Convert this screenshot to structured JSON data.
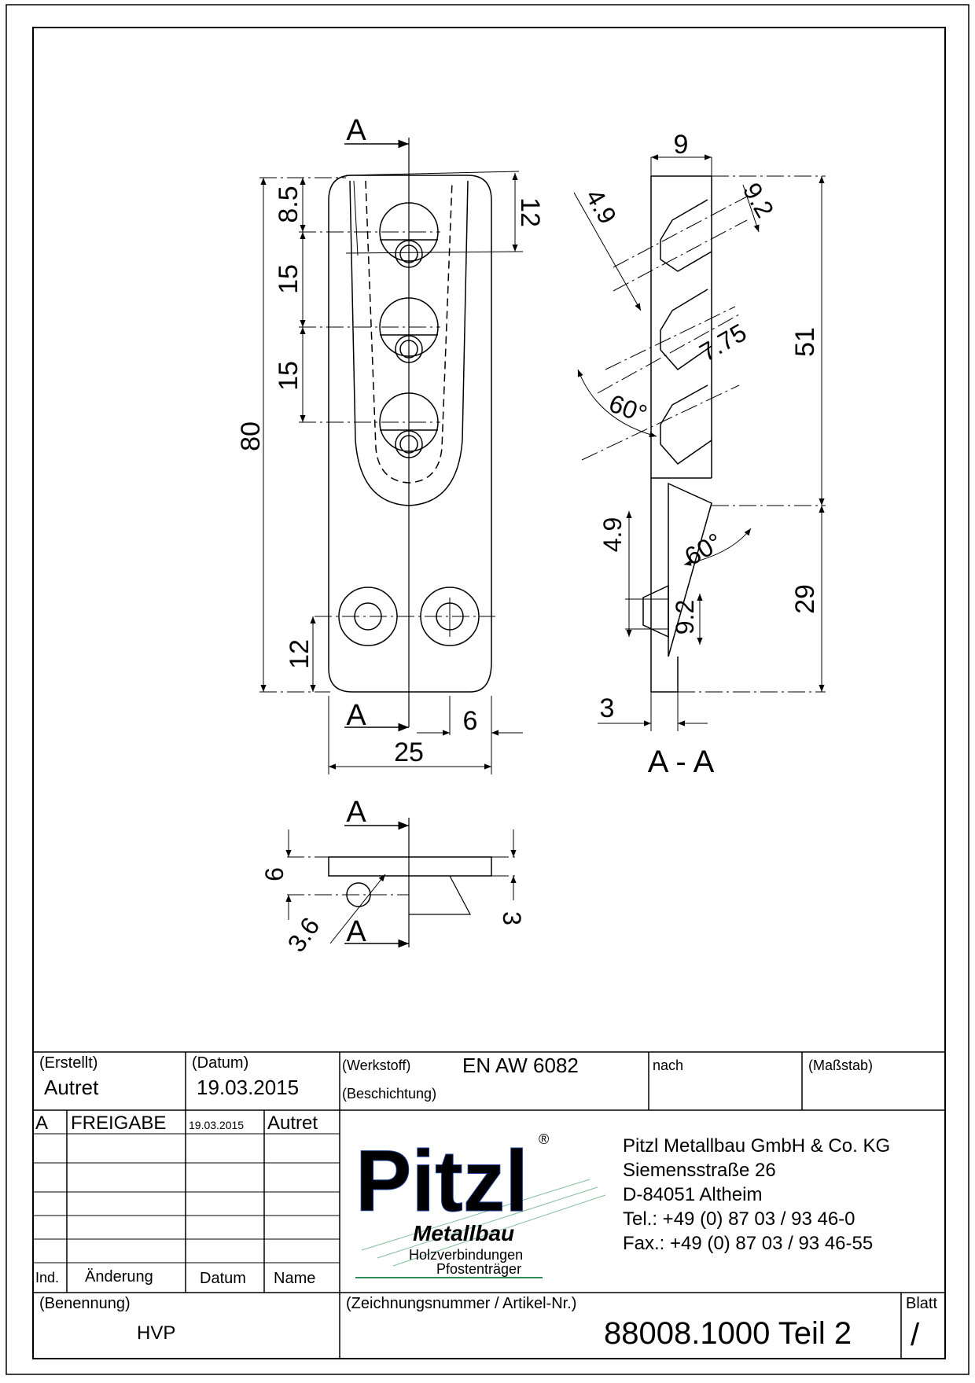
{
  "drawing": {
    "section_marker": "A",
    "section_title": "A - A",
    "dims_front": {
      "total_length": "80",
      "top_offset": "8.5",
      "pitch_1": "15",
      "pitch_2": "15",
      "top_right": "12",
      "bottom_left": "12",
      "width": "25",
      "edge": "6"
    },
    "dims_section": {
      "thickness": "9",
      "hole_dia_upper": "4.9",
      "hole_dia_right": "9.2",
      "counter_depth": "7.75",
      "angle_upper": "60°",
      "length_upper": "51",
      "length_lower": "29",
      "angle_lower": "60°",
      "hole_dia_lower": "4.9",
      "counter_dia_lower": "9.2",
      "plate": "3"
    },
    "dims_bottom": {
      "height": "6",
      "hole": "3.6",
      "flange": "3"
    }
  },
  "title_block": {
    "created_label": "(Erstellt)",
    "created_value": "Autret",
    "date_label": "(Datum)",
    "date_value": "19.03.2015",
    "material_label": "(Werkstoff)",
    "material_value": "EN AW 6082",
    "coating_label": "(Beschichtung)",
    "after_label": "nach",
    "scale_label": "(Maßstab)",
    "revision": {
      "index": "A",
      "change": "FREIGABE",
      "date": "19.03.2015",
      "name": "Autret"
    },
    "rev_headers": {
      "index": "Ind.",
      "change": "Änderung",
      "date": "Datum",
      "name": "Name"
    },
    "designation_label": "(Benennung)",
    "designation_value": "HVP",
    "number_label": "(Zeichnungsnummer / Artikel-Nr.)",
    "number_value": "88008.1000 Teil 2",
    "sheet_label": "Blatt",
    "sheet_value": "/"
  },
  "company": {
    "logo_text": "Pitzl",
    "logo_registered": "®",
    "logo_sub": "Metallbau",
    "tagline_1": "Holzverbindungen",
    "tagline_2": "Pfostenträger",
    "name": "Pitzl Metallbau GmbH & Co. KG",
    "street": "Siemensstraße 26",
    "city": "D-84051 Altheim",
    "phone": "Tel.:  +49 (0) 87 03 / 93 46-0",
    "fax": "Fax.: +49 (0) 87 03 / 93 46-55",
    "colors": {
      "logo_blue": "#1c3f95",
      "logo_green": "#2e8b57"
    }
  }
}
